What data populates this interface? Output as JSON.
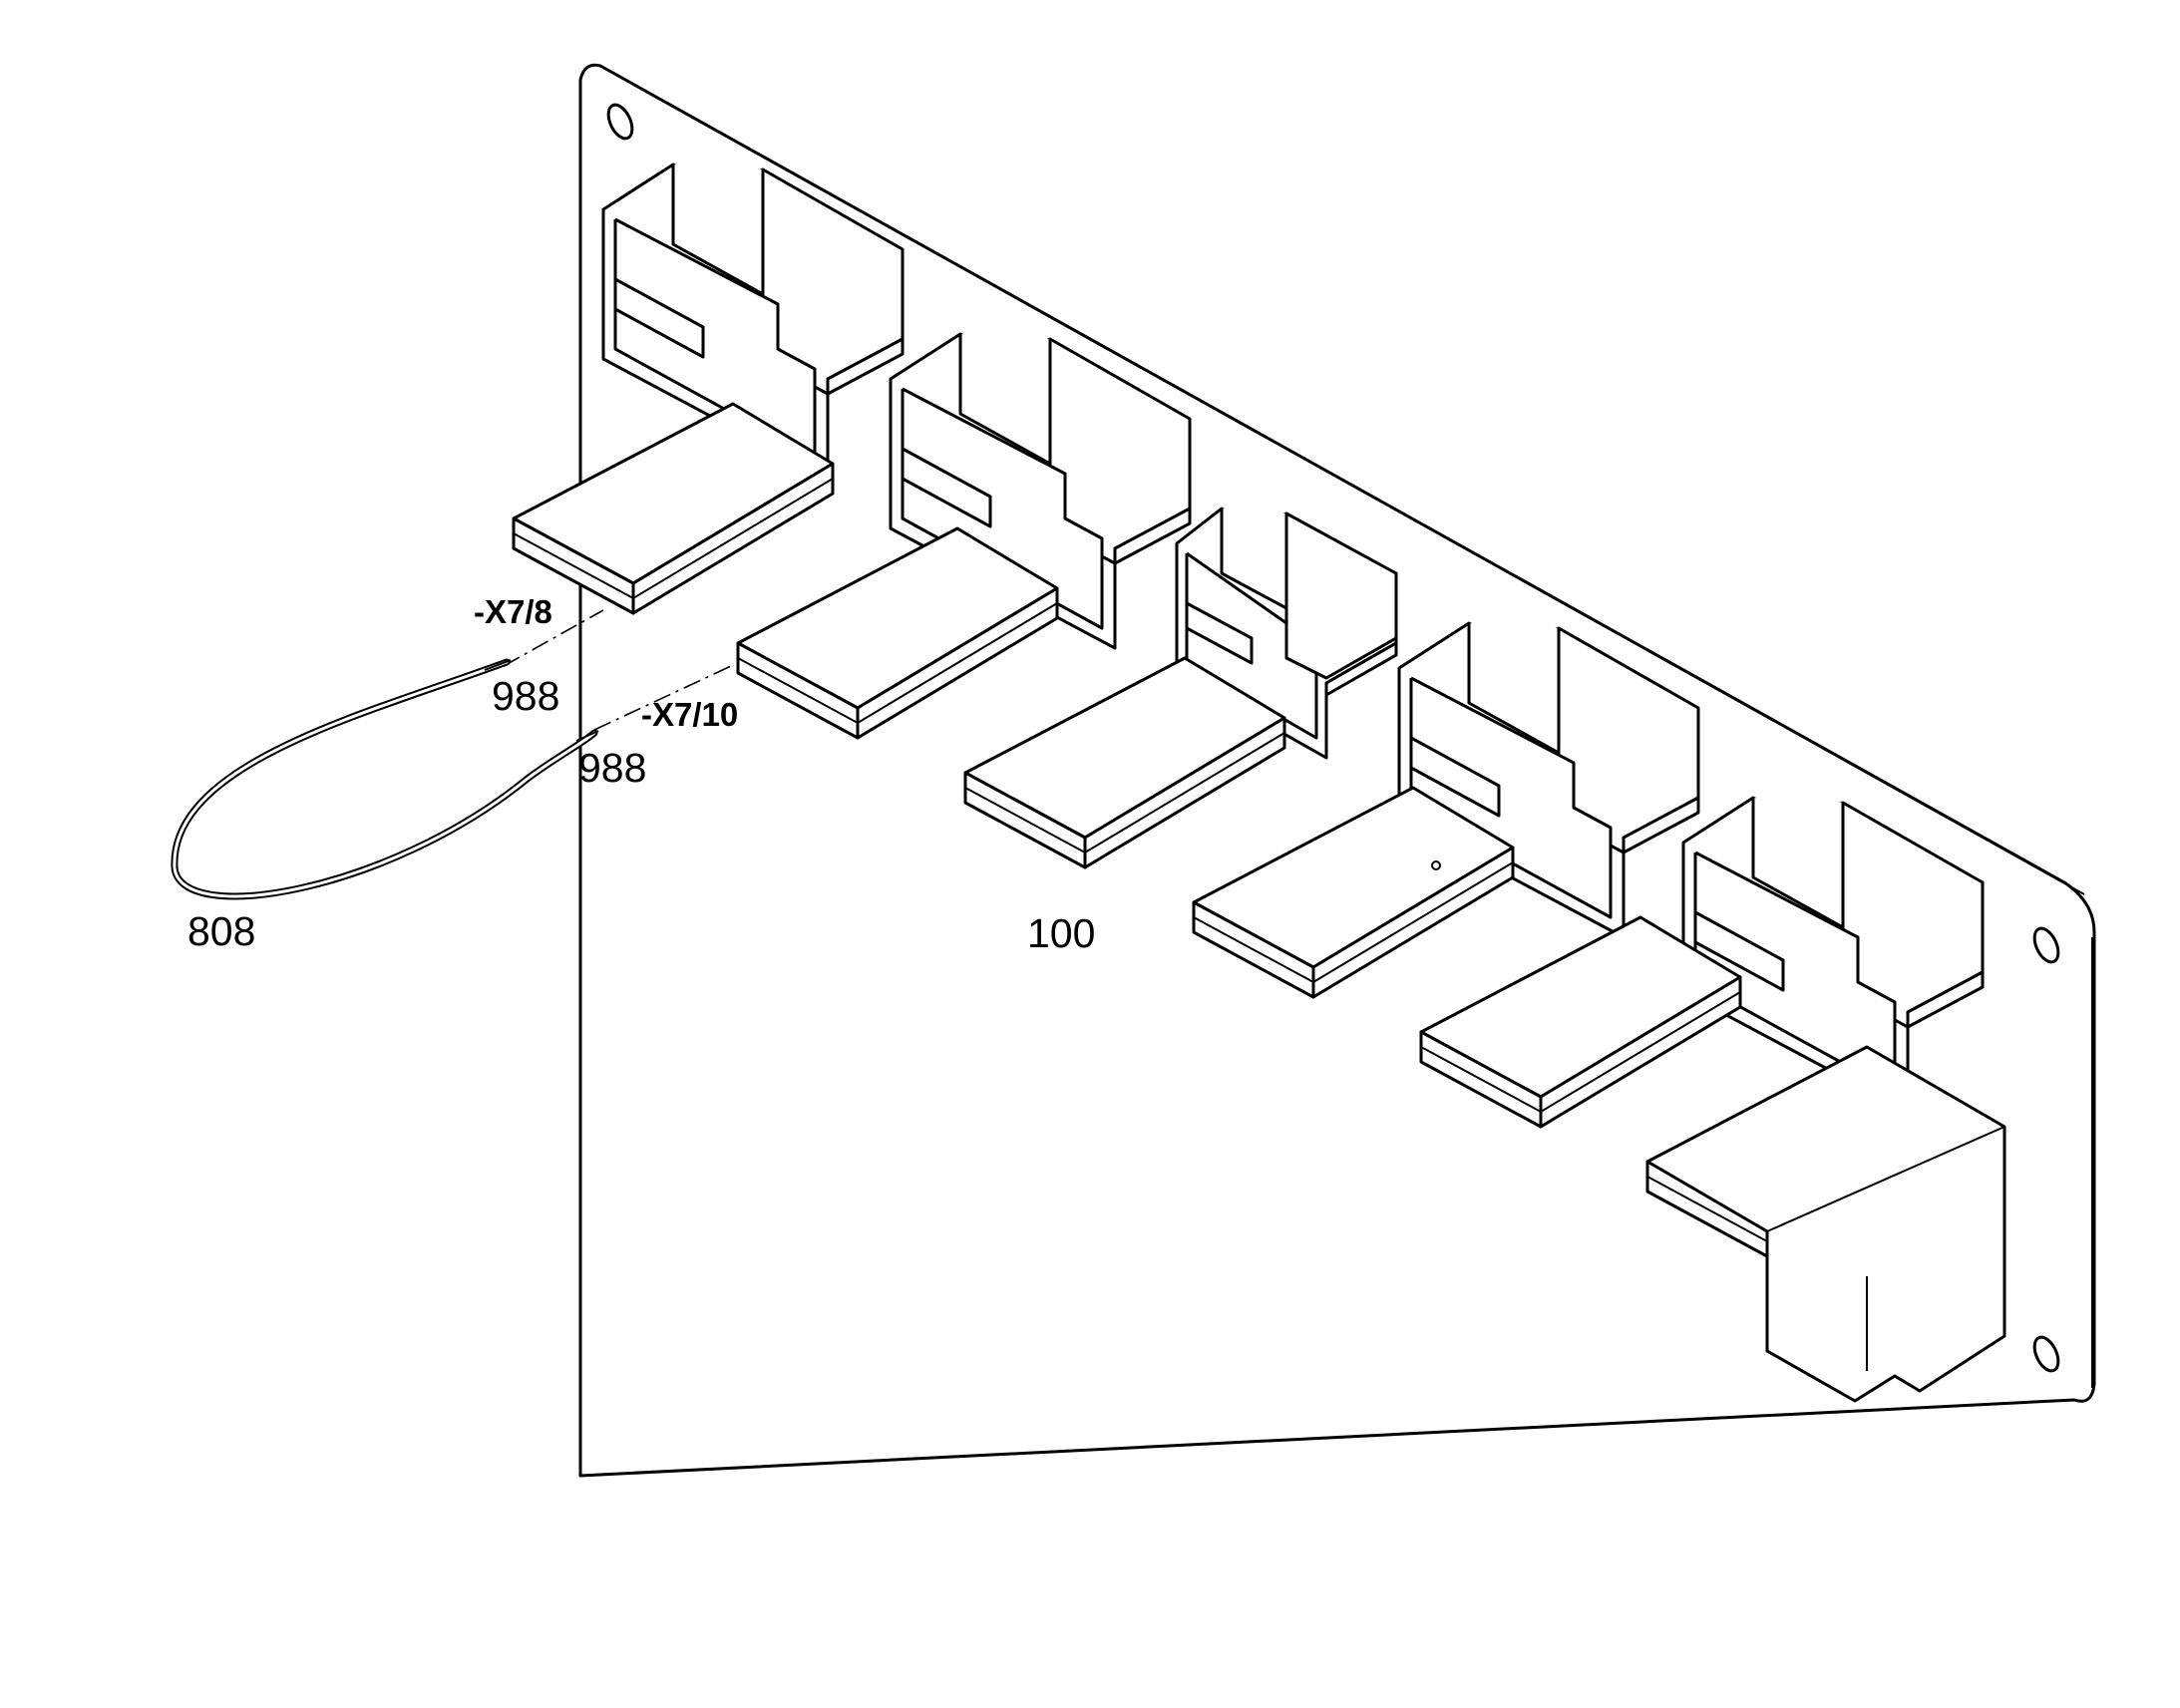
{
  "figure": {
    "labels": {
      "pin_top": "-X7/8",
      "pin_bottom": "-X7/10",
      "wire_end_top": "988",
      "wire_end_bottom": "988",
      "jumper_wire": "808",
      "assembly": "100"
    }
  }
}
